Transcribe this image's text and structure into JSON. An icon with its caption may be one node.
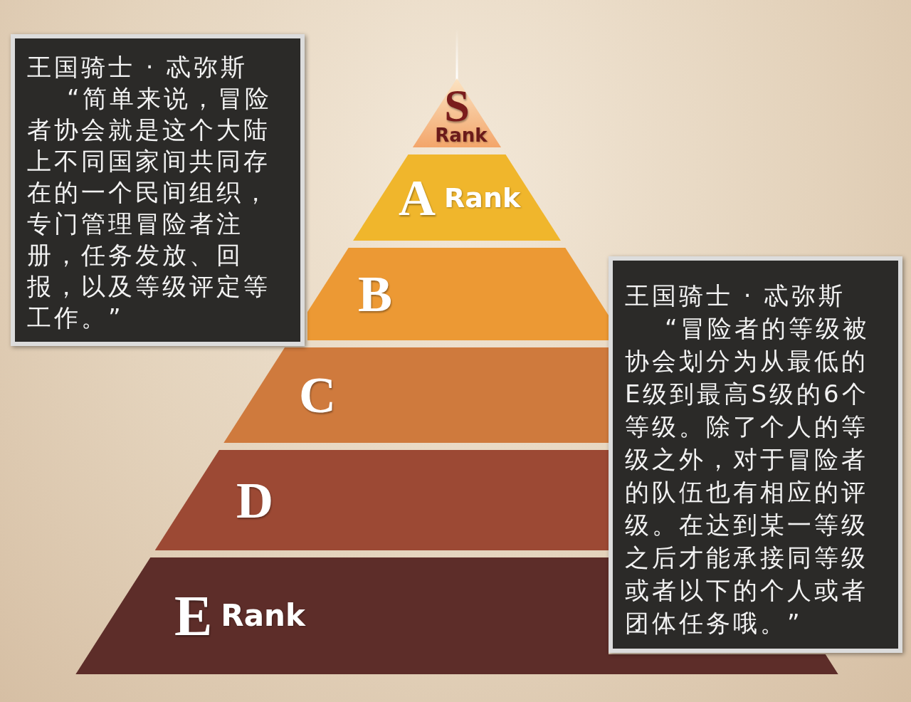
{
  "diagram": {
    "nodes": [
      {
        "text": [
          "S",
          "Rank"
        ]
      },
      {
        "text": [
          "A",
          "Rank"
        ]
      },
      {
        "text": [
          "B"
        ]
      },
      {
        "text": [
          "C"
        ]
      },
      {
        "text": [
          "D"
        ]
      },
      {
        "text": [
          "E",
          "Rank"
        ]
      },
      {
        "text": [
          "王国骑士 · 忒弥斯",
          "“简单来说，冒险者协会就是这个大陆上不同国家间共同存在的一个民间组织，专门管理冒险者注册，任务发放、回报，以及等级评定等工作。”"
        ]
      },
      {
        "text": [
          "王国骑士 · 忒弥斯",
          "“冒险者的等级被协会划分为从最低的E级到最高S级的6个等级。除了个人的等级之外，对于冒险者的队伍也有相应的评级。在达到某一等级之后才能承接同等级或者以下的个人或者团体任务哦。”"
        ]
      }
    ]
  }
}
